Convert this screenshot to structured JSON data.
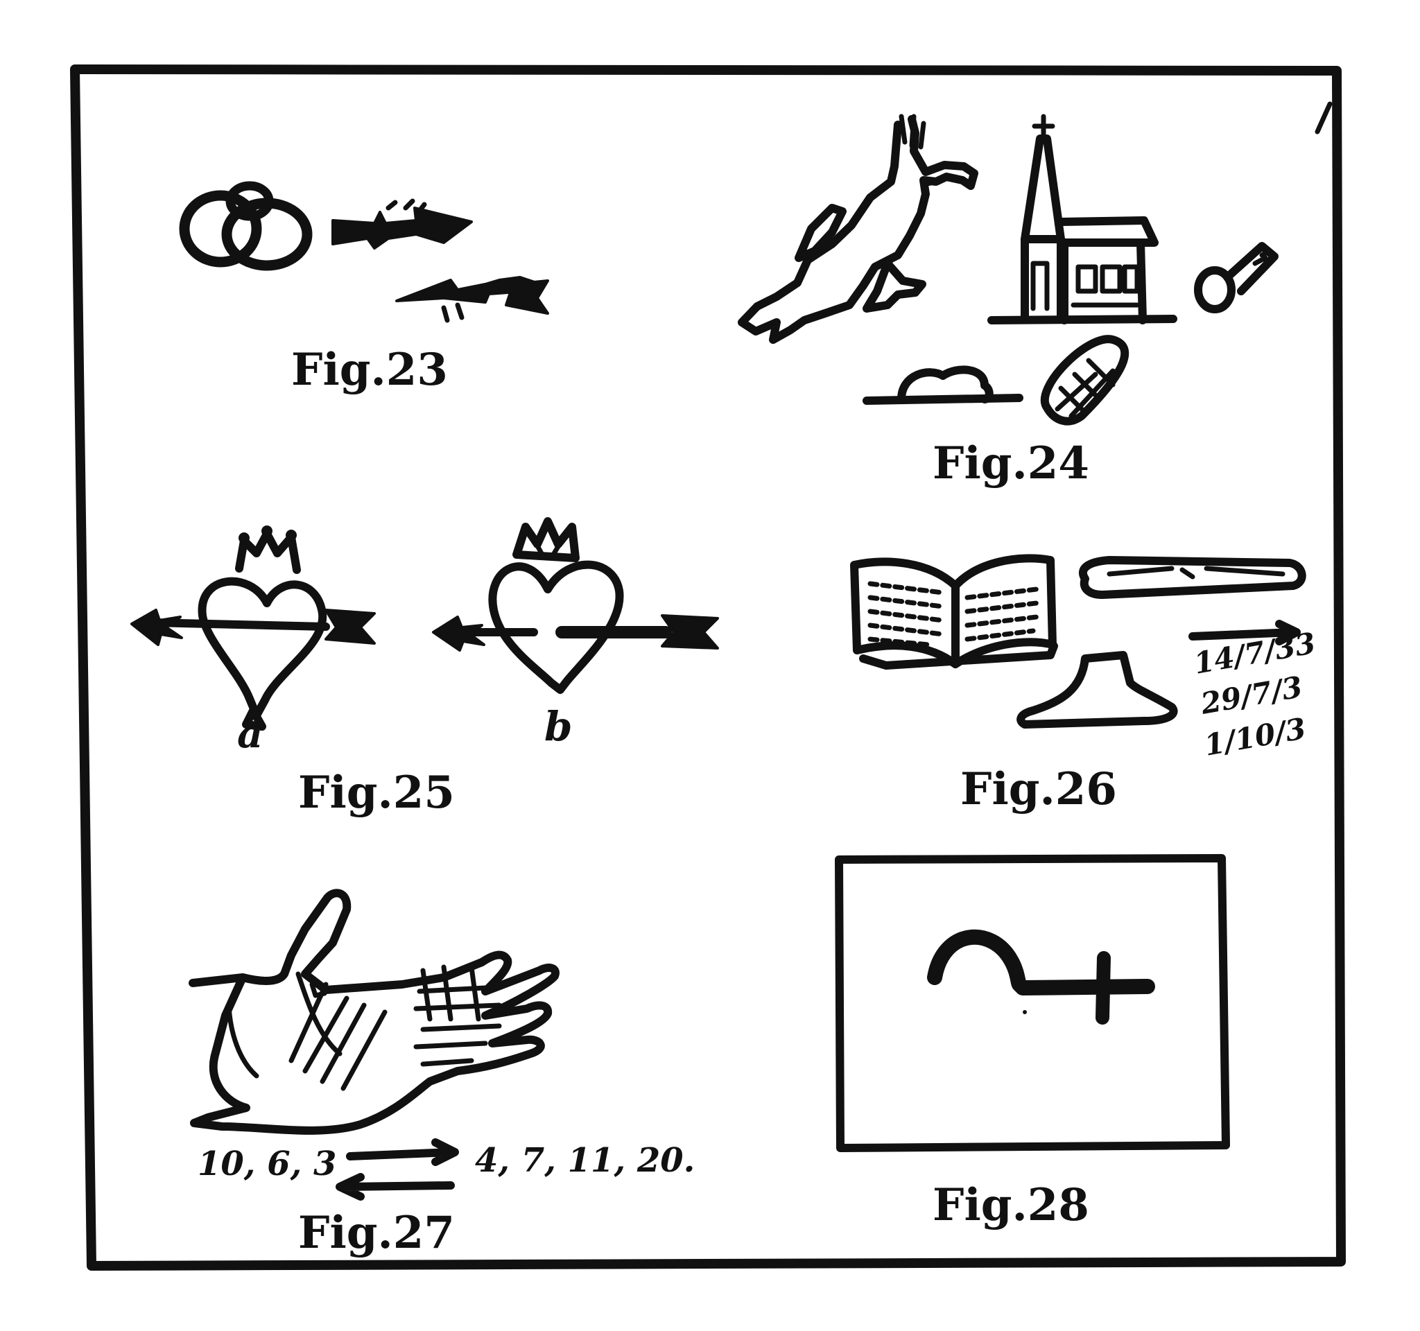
{
  "figures": [
    {
      "id": "fig23",
      "caption": "Fig.23"
    },
    {
      "id": "fig24",
      "caption": "Fig.24"
    },
    {
      "id": "fig25",
      "caption": "Fig.25",
      "labels": [
        "a",
        "b"
      ]
    },
    {
      "id": "fig26",
      "caption": "Fig.26",
      "numbers": [
        "14/7/33",
        "29/7/3",
        "1/10/3"
      ]
    },
    {
      "id": "fig27",
      "caption": "Fig.27",
      "left_numbers": "10, 6, 3",
      "right_numbers": "4, 7, 11, 20."
    },
    {
      "id": "fig28",
      "caption": "Fig.28"
    }
  ],
  "icons": [
    "interlocked-rings-icon",
    "arrow-icon",
    "parrot-icon",
    "church-icon",
    "key-icon",
    "mound-icon",
    "bread-icon",
    "crowned-heart-icon",
    "book-icon",
    "tube-icon",
    "foot-icon",
    "hand-icon",
    "symbol-icon"
  ]
}
